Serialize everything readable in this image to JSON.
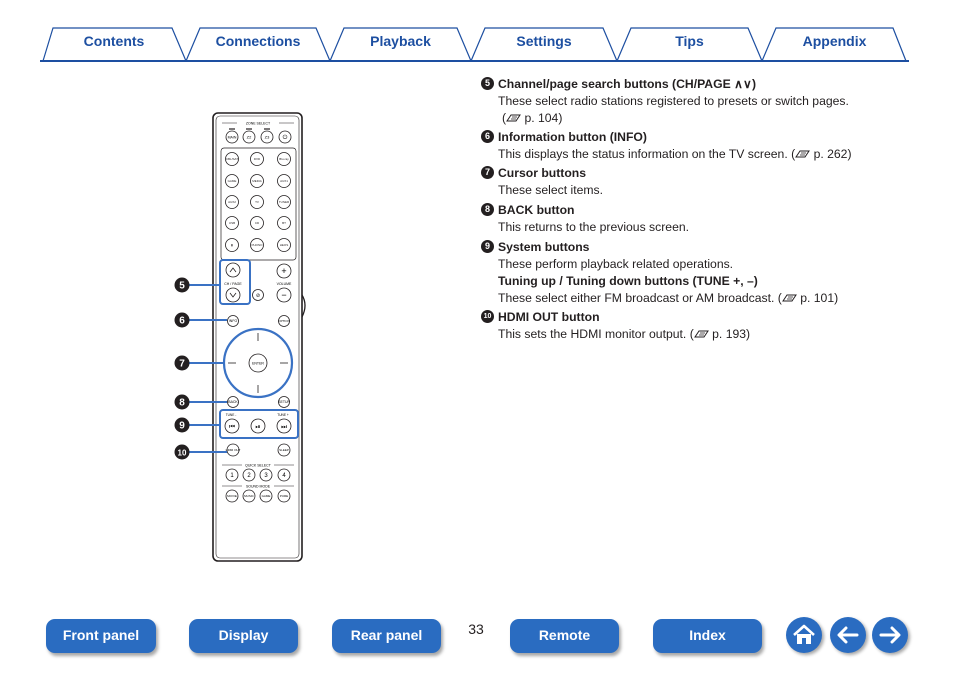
{
  "tabs": [
    {
      "label": "Contents"
    },
    {
      "label": "Connections"
    },
    {
      "label": "Playback"
    },
    {
      "label": "Settings"
    },
    {
      "label": "Tips"
    },
    {
      "label": "Appendix"
    }
  ],
  "callouts": [
    "5",
    "6",
    "7",
    "8",
    "9",
    "10"
  ],
  "remote": {
    "zone_select": "ZONE SELECT",
    "quick_select": "QUICK SELECT",
    "sound_mode": "SOUND MODE",
    "ch_page": "CH / PAGE",
    "volume": "VOLUME",
    "enter": "ENTER",
    "tune_minus": "TUNE -",
    "tune_plus": "TUNE +",
    "info": "INFO",
    "option": "OPTION",
    "back": "BACK",
    "setup": "SETUP",
    "hdmi_out": "HDMI OUT",
    "sleep": "SLEEP",
    "main": "MAIN"
  },
  "items": [
    {
      "num": "5",
      "title": "Channel/page search buttons (CH/PAGE ∧∨)",
      "body": "These select radio stations registered to presets or switch pages.",
      "ref": "p. 104"
    },
    {
      "num": "6",
      "title": "Information button (INFO)",
      "body": "This displays the status information on the TV screen.",
      "ref": "p. 262"
    },
    {
      "num": "7",
      "title": "Cursor buttons",
      "body": "These select items.",
      "ref": ""
    },
    {
      "num": "8",
      "title": "BACK button",
      "body": "This returns to the previous screen.",
      "ref": ""
    },
    {
      "num": "9",
      "title": "System buttons",
      "body": "These perform playback related operations.",
      "ref": "",
      "subtitle": "Tuning up / Tuning down buttons (TUNE +, –)",
      "subbody": "These select either FM broadcast or AM broadcast.",
      "subref": "p. 101"
    },
    {
      "num": "10",
      "title": "HDMI OUT button",
      "body": "This sets the HDMI monitor output.",
      "ref": "p. 193"
    }
  ],
  "page_number": "33",
  "bottom_nav": {
    "front_panel": "Front panel",
    "display": "Display",
    "rear_panel": "Rear panel",
    "remote": "Remote",
    "index": "Index"
  },
  "icons": {
    "home": "home-icon",
    "back": "arrow-left-icon",
    "forward": "arrow-right-icon"
  },
  "colors": {
    "accent": "#1d4fa1",
    "button": "#2a6cc1",
    "highlight": "#3a72c4"
  }
}
